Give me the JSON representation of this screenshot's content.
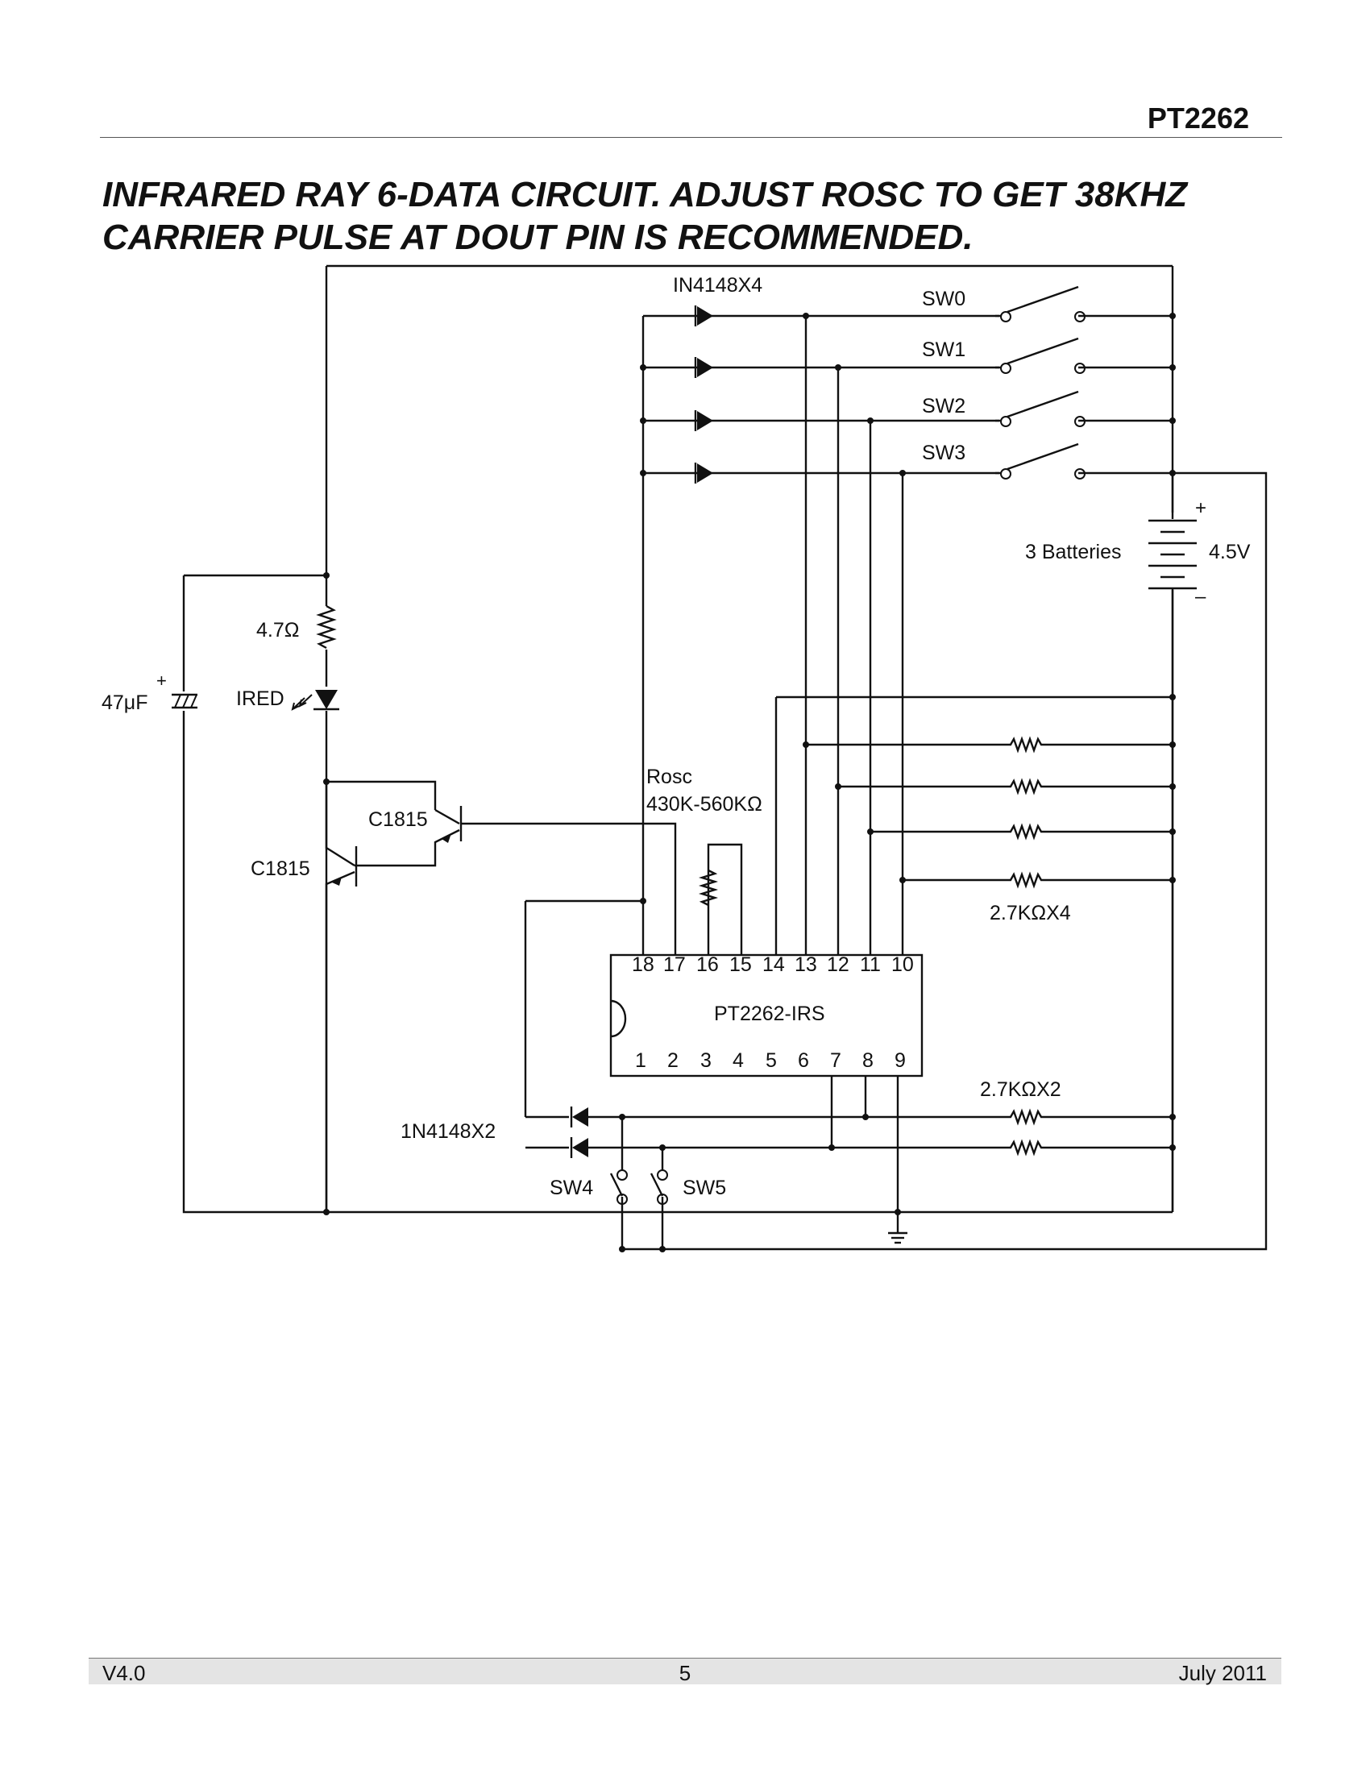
{
  "header": {
    "doc_id": "PT2262"
  },
  "title": "INFRARED RAY 6-DATA CIRCUIT. ADJUST ROSC TO GET 38KHZ CARRIER PULSE AT DOUT PIN IS RECOMMENDED.",
  "schematic": {
    "diode_group_label": "IN4148X4",
    "switches": [
      "SW0",
      "SW1",
      "SW2",
      "SW3"
    ],
    "battery": {
      "label": "3 Batteries",
      "voltage": "4.5V",
      "plus": "+",
      "minus": "–"
    },
    "resistor_series": "4.7Ω",
    "capacitor": {
      "label": "47μF",
      "plus": "+"
    },
    "led_label": "IRED",
    "transistor_upper": "C1815",
    "transistor_lower": "C1815",
    "rosc": {
      "name": "Rosc",
      "range": "430K-560KΩ"
    },
    "pullup_label": "2.7KΩX4",
    "ic": {
      "name": "PT2262-IRS",
      "top_pins": [
        "18",
        "17",
        "16",
        "15",
        "14",
        "13",
        "12",
        "11",
        "10"
      ],
      "bottom_pins": [
        "1",
        "2",
        "3",
        "4",
        "5",
        "6",
        "7",
        "8",
        "9"
      ]
    },
    "pullup2_label": "2.7KΩX2",
    "diode2_label": "1N4148X2",
    "switch4": "SW4",
    "switch5": "SW5"
  },
  "footer": {
    "version": "V4.0",
    "page": "5",
    "date": "July 2011"
  }
}
